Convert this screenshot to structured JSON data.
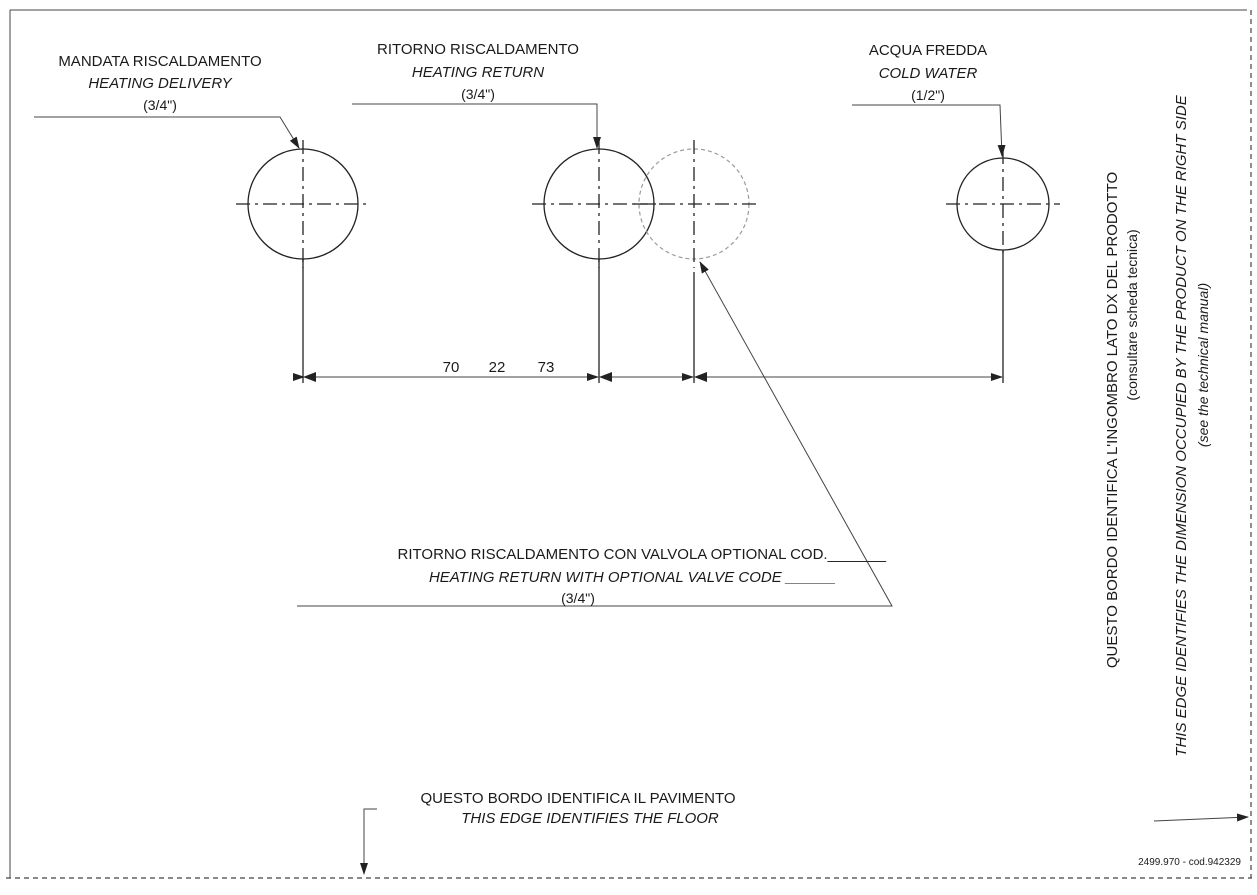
{
  "labels": {
    "heating_delivery": {
      "it": "MANDATA RISCALDAMENTO",
      "en": "HEATING DELIVERY",
      "size": "(3/4\")"
    },
    "heating_return": {
      "it": "RITORNO RISCALDAMENTO",
      "en": "HEATING RETURN",
      "size": "(3/4\")"
    },
    "cold_water": {
      "it": "ACQUA FREDDA",
      "en": "COLD WATER",
      "size": "(1/2\")"
    },
    "optional_valve": {
      "it": "RITORNO RISCALDAMENTO CON VALVOLA OPTIONAL COD._______",
      "en": "HEATING RETURN WITH OPTIONAL VALVE CODE ______",
      "size": "(3/4\")"
    },
    "floor_edge": {
      "it": "QUESTO BORDO IDENTIFICA IL PAVIMENTO",
      "en": "THIS EDGE IDENTIFIES THE FLOOR"
    },
    "right_edge": {
      "it": "QUESTO BORDO IDENTIFICA L'INGOMBRO LATO DX DEL PRODOTTO",
      "it_note": "(consultare scheda tecnica)",
      "en": "THIS EDGE IDENTIFIES THE DIMENSION OCCUPIED BY THE PRODUCT ON THE RIGHT SIDE",
      "en_note": "(see the technical manual)"
    }
  },
  "dimensions": {
    "d1": "70",
    "d2": "22",
    "d3": "73"
  },
  "code": "2499.970 - cod.942329"
}
